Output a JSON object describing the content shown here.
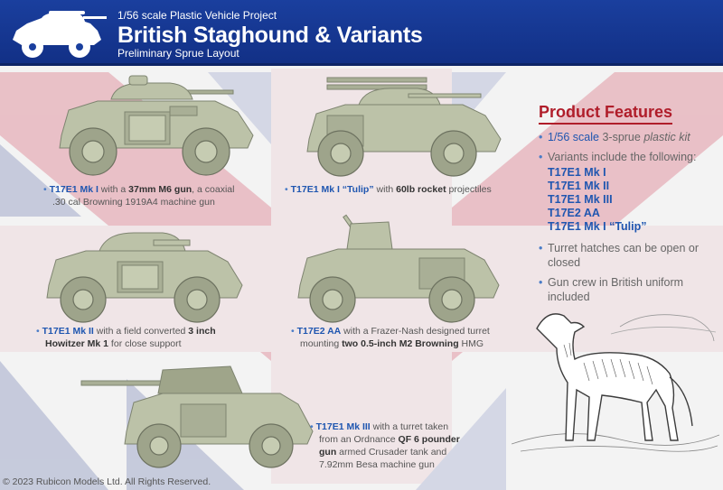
{
  "header": {
    "project": "1/56 scale Plastic Vehicle Project",
    "title": "British Staghound & Variants",
    "subtitle": "Preliminary Sprue Layout"
  },
  "captions": {
    "c1": {
      "bullet": "•",
      "name": "T17E1 Mk I",
      "t1": " with a ",
      "hl1": "37mm M6 gun",
      "t2": ", a coaxial",
      "line2": ".30 cal Browning 1919A4 machine gun"
    },
    "c2": {
      "bullet": "•",
      "name": "T17E1 Mk I “Tulip”",
      "t1": " with ",
      "hl1": "60lb rocket",
      "t2": " projectiles"
    },
    "c3": {
      "bullet": "•",
      "name": "T17E1 Mk II",
      "t1": " with a field converted ",
      "hl1": "3 inch",
      "line2hl": "Howitzer Mk 1",
      "line2": " for close support"
    },
    "c4": {
      "bullet": "•",
      "name": "T17E2 AA",
      "t1": " with a Frazer-Nash designed turret",
      "line2a": "mounting ",
      "line2hl": "two 0.5-inch M2 Browning",
      "line2b": " HMG"
    },
    "c5": {
      "bullet": "•",
      "name": "T17E1 Mk III",
      "t1": " with a turret taken",
      "line2a": "from an Ordnance ",
      "line2hl": "QF 6 pounder",
      "line3hl": "gun",
      "line3": " armed Crusader tank and",
      "line4": "7.92mm Besa machine gun"
    }
  },
  "features": {
    "title": "Product Features",
    "f1_blue": "1/56 scale",
    "f1_rest": " 3-sprue ",
    "f1_italic": "plastic kit",
    "f2": "Variants include the following:",
    "variants": [
      "T17E1 Mk I",
      "T17E1 Mk II",
      "T17E1 Mk III",
      "T17E2 AA",
      "T17E1 Mk I “Tulip”"
    ],
    "f3": "Turret hatches can be open or closed",
    "f4": "Gun crew in British uniform included",
    "bullet": "•"
  },
  "footer": "© 2023 Rubicon Models Ltd. All Rights Reserved.",
  "colors": {
    "header": "#1a3f9e",
    "accent_red": "#b01d2a",
    "highlight_blue": "#1f56b0",
    "vehicle_green": "#b9bfa5"
  }
}
